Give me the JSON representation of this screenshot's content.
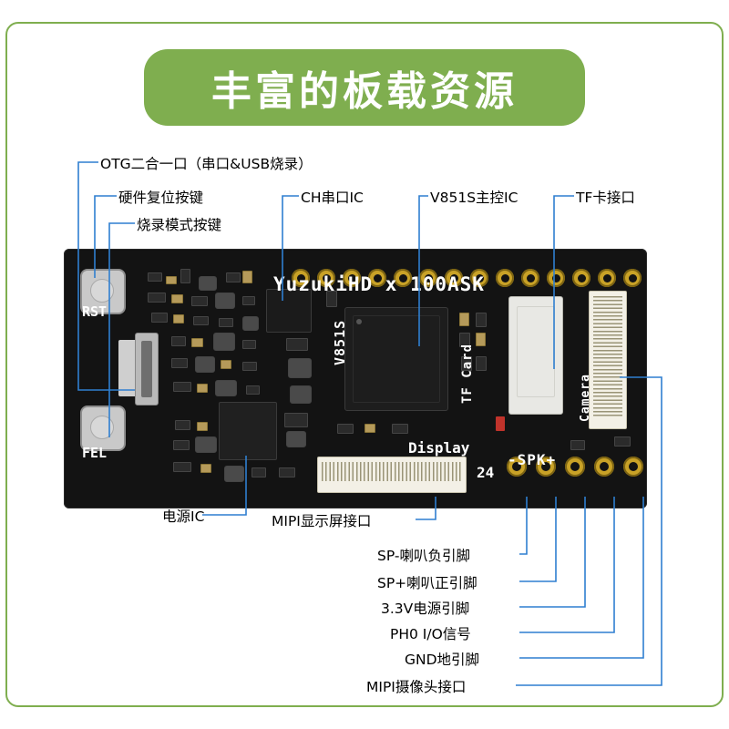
{
  "title": {
    "text": "丰富的板载资源",
    "pill_color": "#7fae4f"
  },
  "frame": {
    "border_color": "#7fae4f"
  },
  "board": {
    "color": "#131313",
    "silkscreen": {
      "brand": "YuzukiHD x 100ASK",
      "soc": "V851S",
      "tf_card": "TF Card",
      "camera": "Camera",
      "display": "Display",
      "display_pins": "24",
      "speaker": "-SPK+",
      "reset": "RST",
      "fel": "FEL"
    }
  },
  "callouts": {
    "top": [
      {
        "id": "otg",
        "label": "OTG二合一口（串口&USB烧录）"
      },
      {
        "id": "reset-button",
        "label": "硬件复位按键"
      },
      {
        "id": "flash-mode-button",
        "label": "烧录模式按键"
      },
      {
        "id": "ch-uart-ic",
        "label": "CH串口IC"
      },
      {
        "id": "v851s-soc",
        "label": "V851S主控IC"
      },
      {
        "id": "tf-card-slot",
        "label": "TF卡接口"
      }
    ],
    "bottom": [
      {
        "id": "power-ic",
        "label": "电源IC"
      },
      {
        "id": "mipi-display",
        "label": "MIPI显示屏接口"
      },
      {
        "id": "spk-minus",
        "label": "SP-喇叭负引脚"
      },
      {
        "id": "spk-plus",
        "label": "SP+喇叭正引脚"
      },
      {
        "id": "vcc33",
        "label": "3.3V电源引脚"
      },
      {
        "id": "ph0",
        "label": "PH0 I/O信号"
      },
      {
        "id": "gnd",
        "label": "GND地引脚"
      },
      {
        "id": "mipi-camera",
        "label": "MIPI摄像头接口"
      }
    ]
  },
  "leader_line_color": "#2f7fd0"
}
